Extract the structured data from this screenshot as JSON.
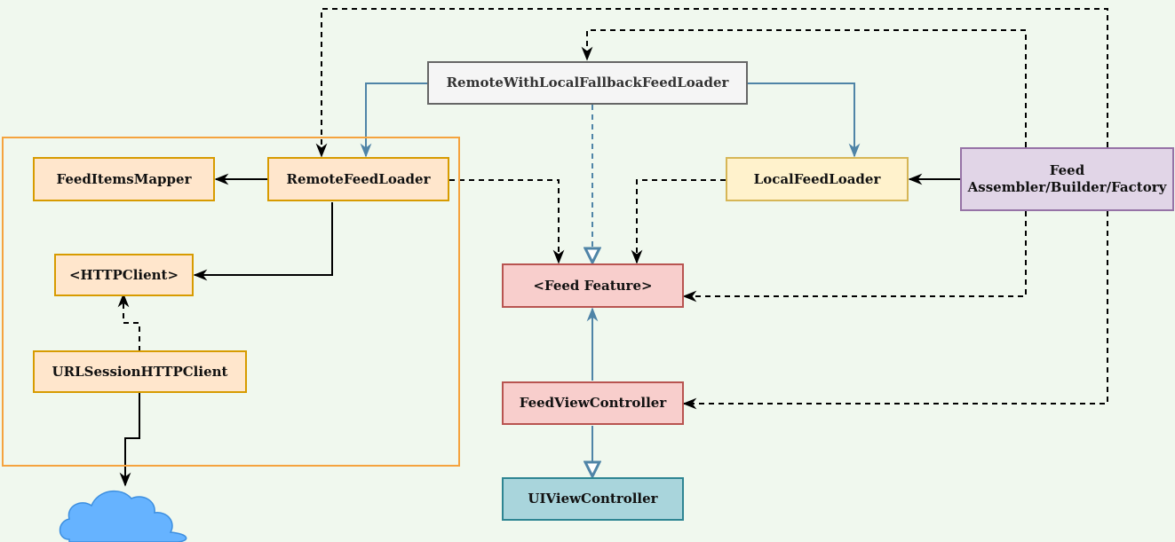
{
  "nodes": {
    "remote_with_fallback": "RemoteWithLocalFallbackFeedLoader",
    "feed_items_mapper": "FeedItemsMapper",
    "remote_feed_loader": "RemoteFeedLoader",
    "local_feed_loader": "LocalFeedLoader",
    "assembler_line1": "Feed",
    "assembler_line2": "Assembler/Builder/Factory",
    "http_client": "<HTTPClient>",
    "feed_feature": "<Feed Feature>",
    "url_session_client": "URLSessionHTTPClient",
    "feed_view_controller": "FeedViewController",
    "ui_view_controller": "UIViewController"
  },
  "colors": {
    "background": "#f0f8ee",
    "module_border": "#f5a33e",
    "blue_arrow": "#4f84a7",
    "black_arrow": "#000000",
    "cloud": "#66b3ff"
  },
  "icons": {
    "network": "cloud-icon"
  }
}
